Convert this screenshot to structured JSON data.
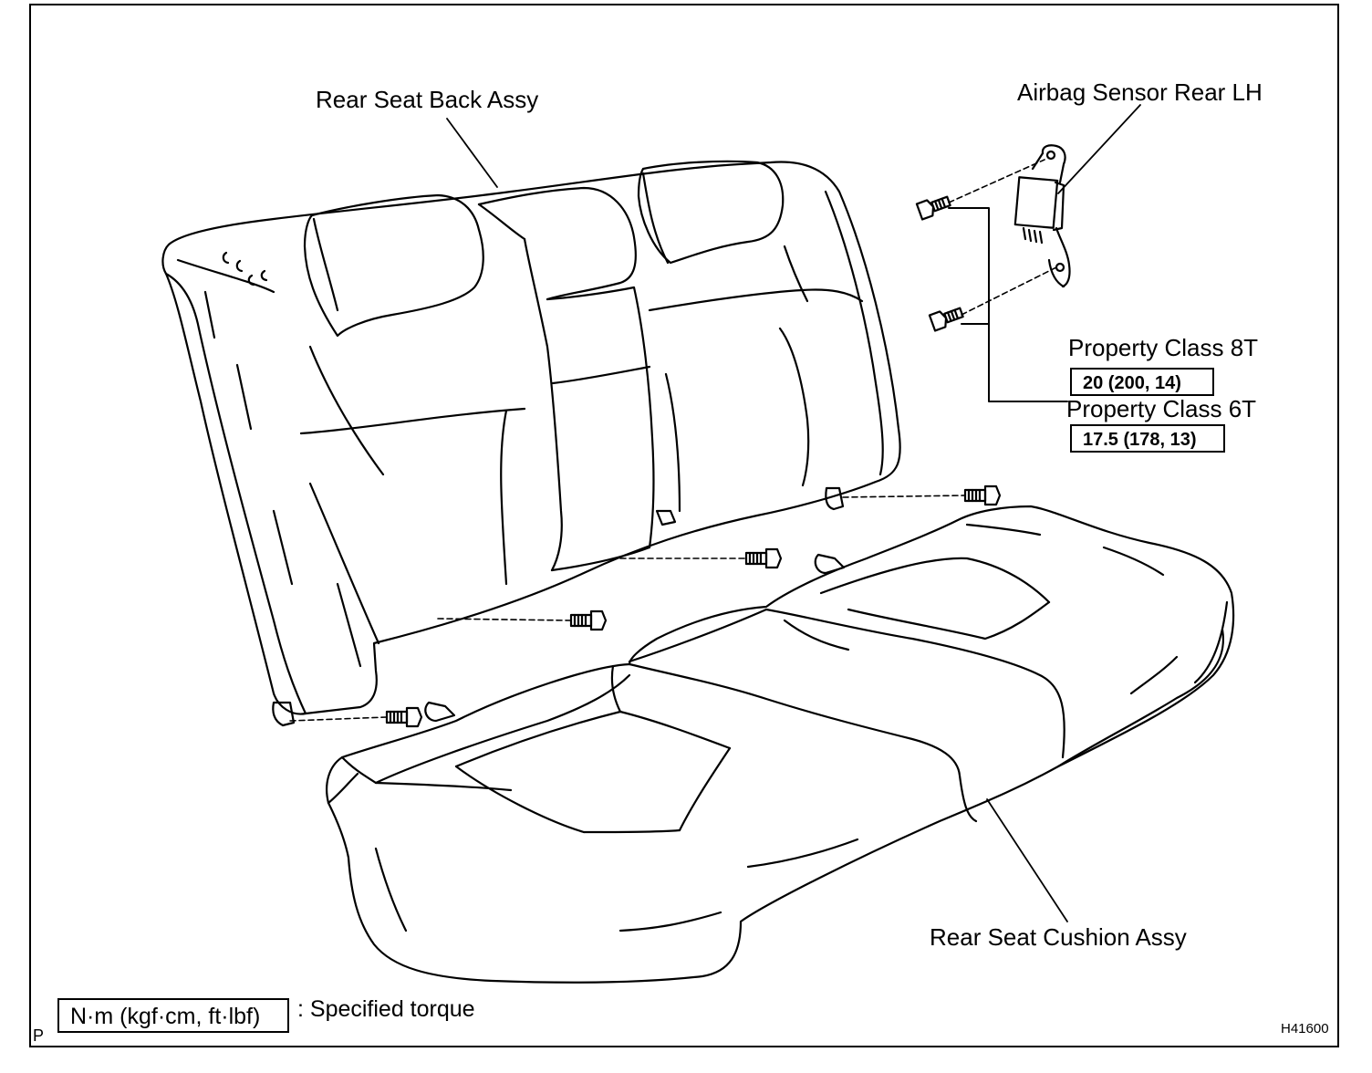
{
  "labels": {
    "rear_seat_back": "Rear Seat Back Assy",
    "airbag_sensor": "Airbag Sensor Rear LH",
    "property_class_8t": "Property Class 8T",
    "torque_8t": "20 (200, 14)",
    "property_class_6t": "Property Class 6T",
    "torque_6t": "17.5 (178, 13)",
    "rear_seat_cushion": "Rear Seat Cushion Assy"
  },
  "legend": {
    "unit_box": "N·m (kgf·cm, ft·lbf)",
    "description": ": Specified torque"
  },
  "corner_mark": "P",
  "figure_id": "H41600"
}
